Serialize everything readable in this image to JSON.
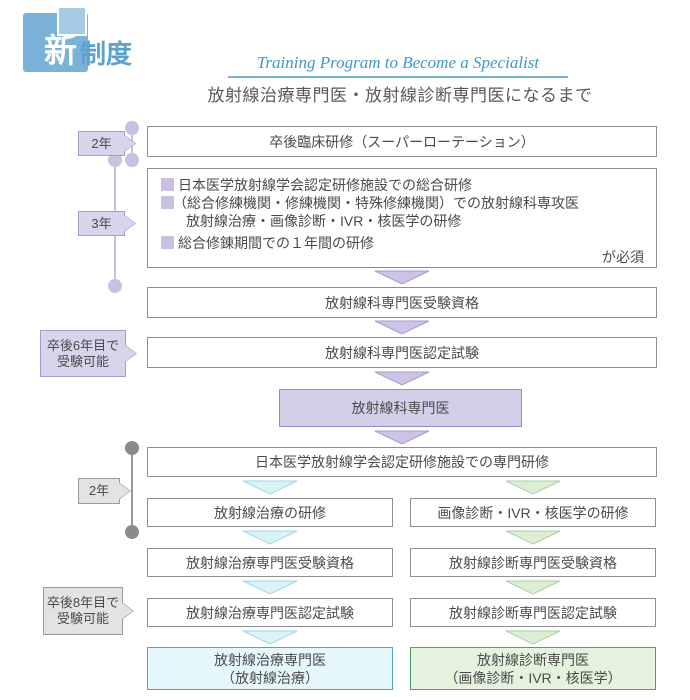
{
  "logo": {
    "new_char": "新",
    "system_text": "制度"
  },
  "header": {
    "title_en": "Training Program to Become a Specialist",
    "title_ja": "放射線治療専門医・放射線診断専門医になるまで"
  },
  "timeline": {
    "initial_years": "2年",
    "residency_years": "3年",
    "exam6": {
      "line1": "卒後6年目で",
      "line2": "受験可能"
    },
    "specialized_years": "2年",
    "exam8": {
      "line1": "卒後8年目で",
      "line2": "受験可能"
    }
  },
  "flow": {
    "initial_training": "卒後臨床研修（スーパーローテーション）",
    "requirements": {
      "items": [
        "日本医学放射線学会認定研修施設での総合研修",
        "（総合修練機関・修練機関・特殊修練機関）での放射線科専攻医",
        "放射線治療・画像診断・IVR・核医学の研修",
        "総合修錬期間での１年間の研修"
      ],
      "note": "が必須"
    },
    "eligibility": "放射線科専門医受験資格",
    "exam": "放射線科専門医認定試験",
    "specialist": "放射線科専門医",
    "advanced_training": "日本医学放射線学会認定研修施設での専門研修"
  },
  "branches": {
    "left": {
      "training": "放射線治療の研修",
      "eligibility": "放射線治療専門医受験資格",
      "exam": "放射線治療専門医認定試験",
      "final": {
        "line1": "放射線治療専門医",
        "line2": "（放射線治療）"
      }
    },
    "right": {
      "training": "画像診断・IVR・核医学の研修",
      "eligibility": "放射線診断専門医受験資格",
      "exam": "放射線診断専門医認定試験",
      "final": {
        "line1": "放射線診断専門医",
        "line2": "（画像診断・IVR・核医学）"
      }
    }
  },
  "colors": {
    "logo_blue": "#7bb2d7",
    "logo_light_blue": "#a6cce5",
    "title_blue": "#3f97c6",
    "purple_fill": "#d9d3ec",
    "purple_border": "#a79ad0",
    "purple_box_fill": "#d5cee9",
    "purple_box_border": "#9489c3",
    "cyan_arrow_fill": "#daf3f9",
    "green_arrow_fill": "#dcefd5",
    "final_cyan_fill": "#e5f7fb",
    "final_cyan_border": "#4ba6c9",
    "final_green_fill": "#e4f3dd",
    "final_green_border": "#46a56d",
    "gray_fill": "#e3e3e3",
    "box_border": "#8f8f8f"
  }
}
